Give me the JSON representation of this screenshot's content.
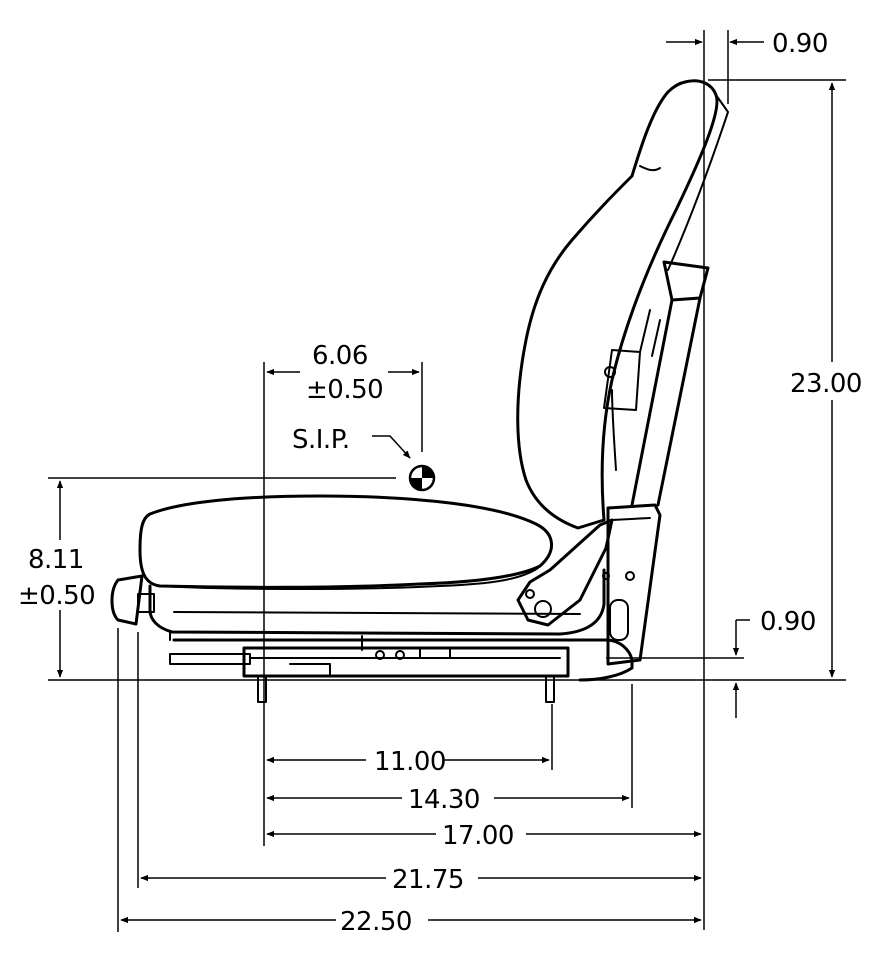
{
  "drawing": {
    "subject_icon": "seat-side-profile-icon",
    "sip_label": "S.I.P.",
    "sip_icon": "target-marker-icon",
    "dims": {
      "top_offset": "0.90",
      "total_height": "23.00",
      "bottom_offset": "0.90",
      "sip_height": "8.11",
      "sip_height_tol": "±0.50",
      "sip_fore_aft": "6.06",
      "sip_fore_aft_tol": "±0.50",
      "mount_bolt_spacing": "11.00",
      "base_depth": "14.30",
      "mount_to_back": "17.00",
      "overall_to_back": "21.75",
      "overall_length": "22.50"
    }
  }
}
